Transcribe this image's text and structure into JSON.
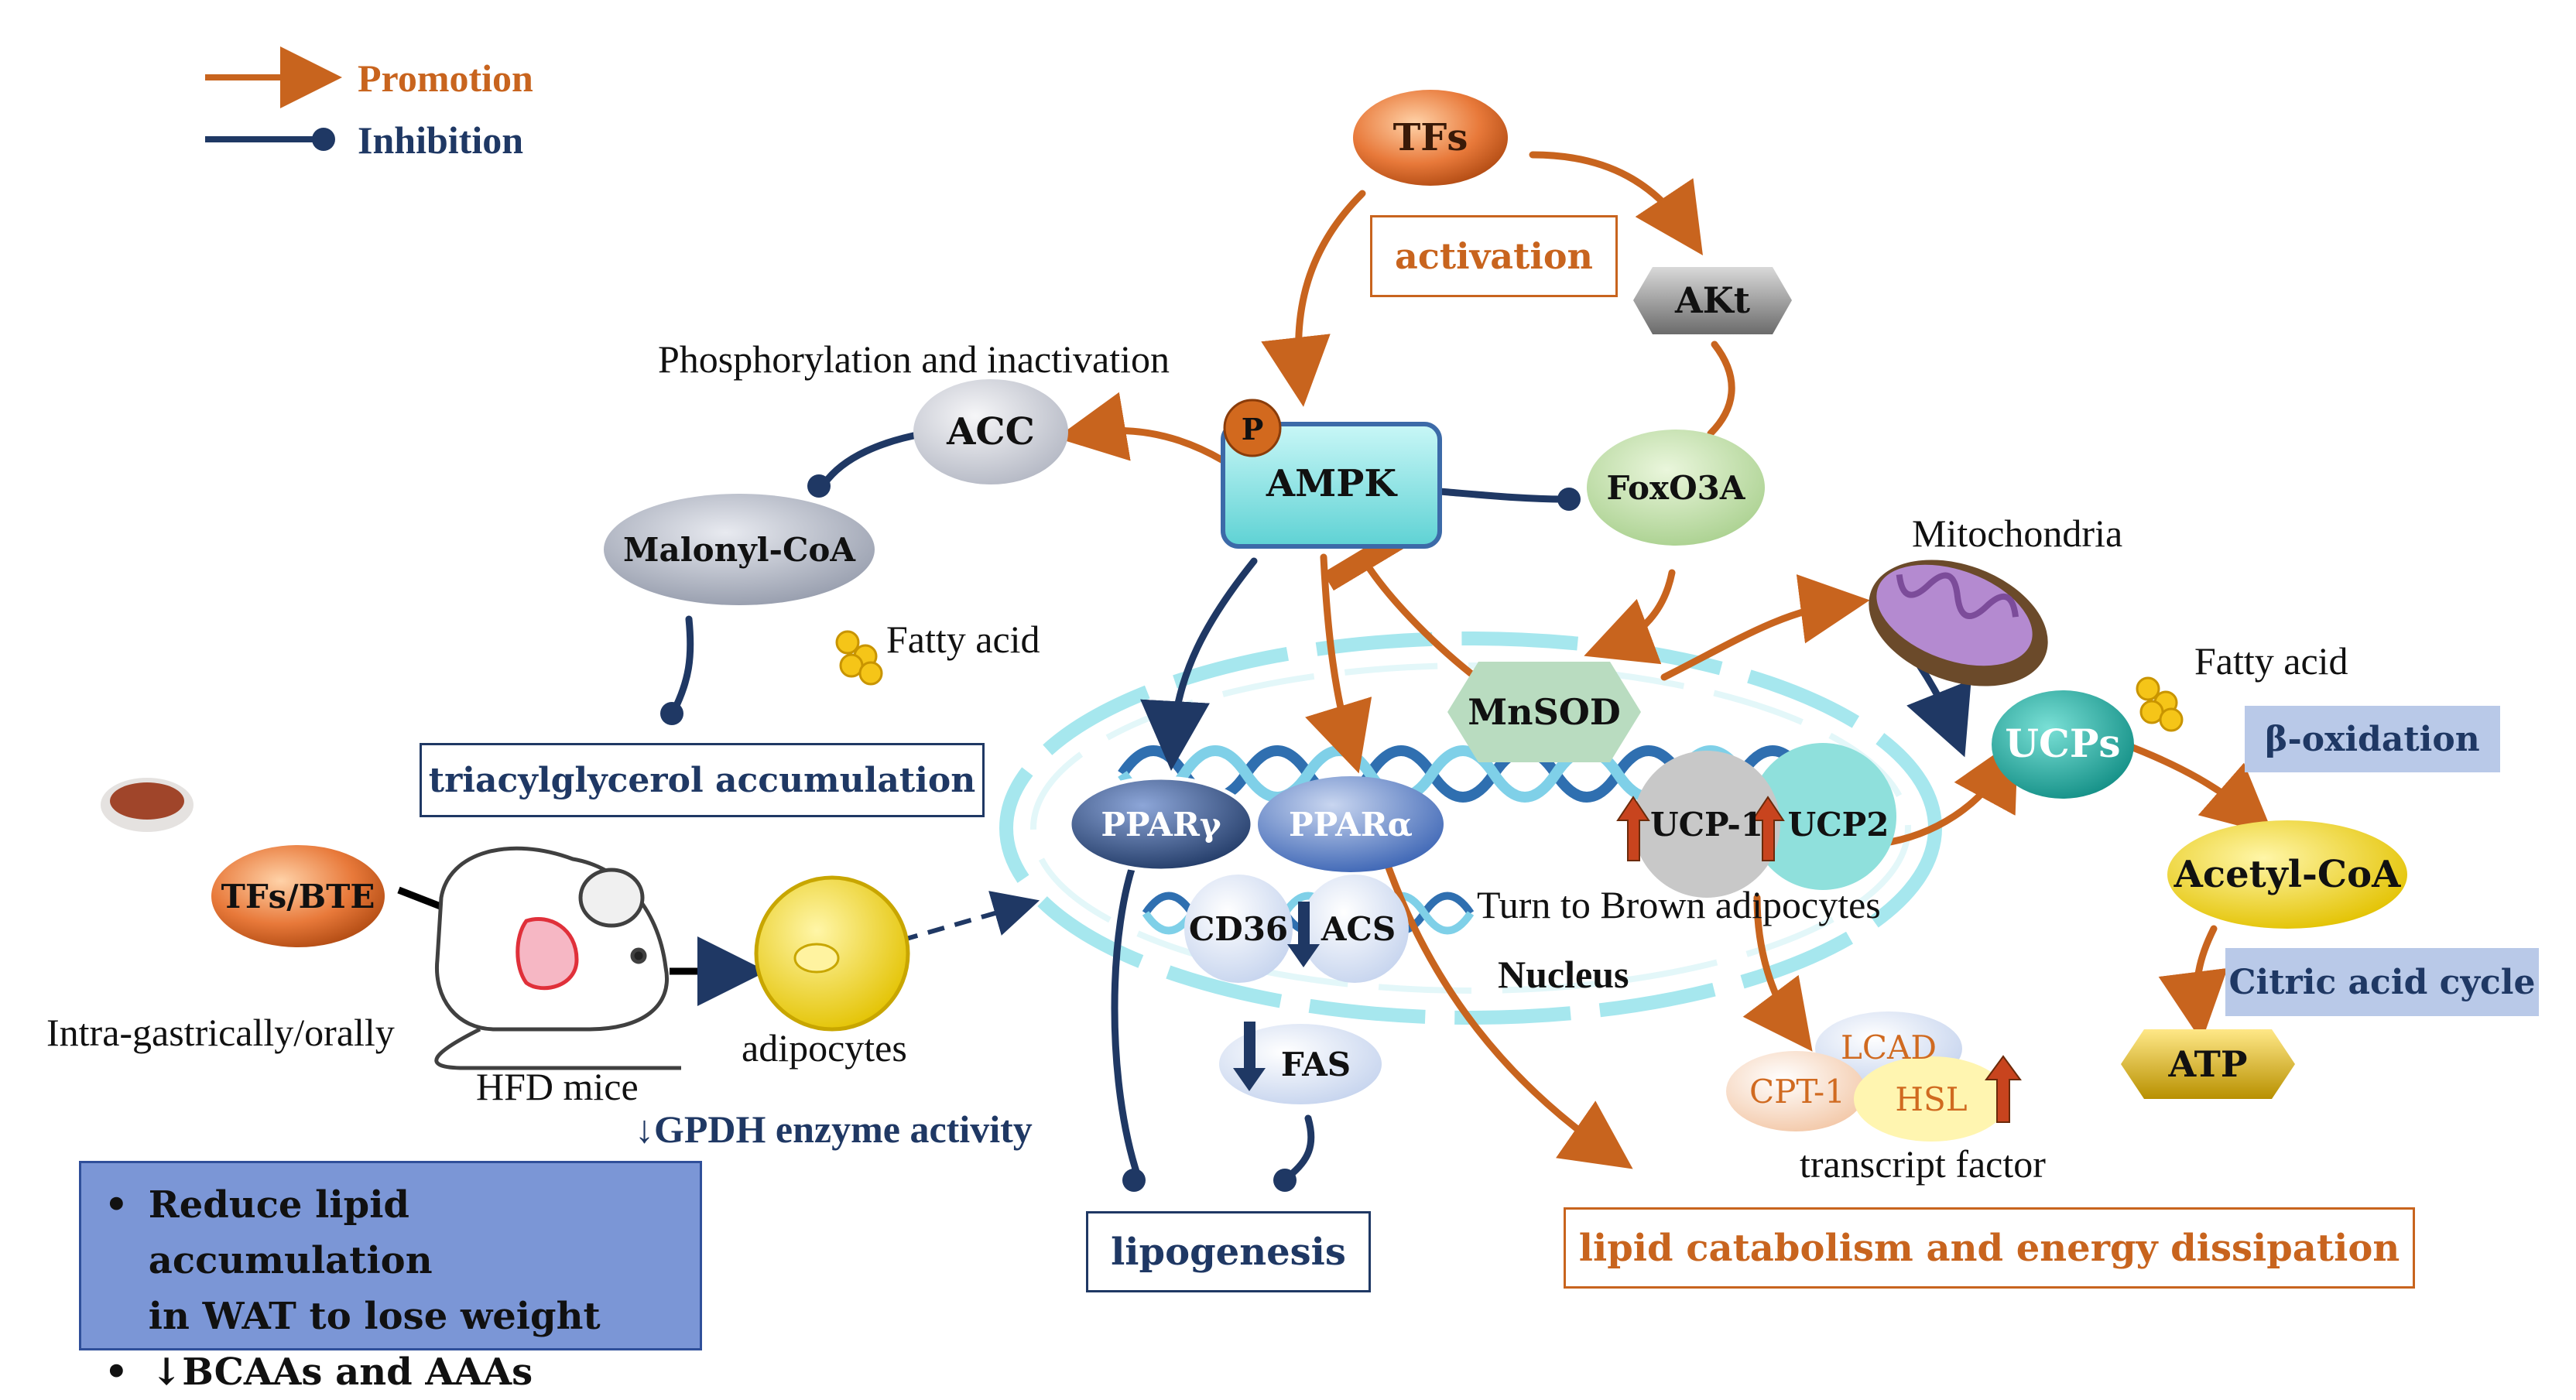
{
  "legend": {
    "promotion": "Promotion",
    "inhibition": "Inhibition"
  },
  "nodes": {
    "tfs": "TFs",
    "akt": "AKt",
    "ampk": "AMPK",
    "p_badge": "P",
    "acc": "ACC",
    "foxo3a": "FoxO3A",
    "malonyl_coa": "Malonyl-CoA",
    "mnsod": "MnSOD",
    "ucps": "UCPs",
    "ppar_gamma": "PPARγ",
    "ppar_alpha": "PPARα",
    "cd36": "CD36",
    "acs": "ACS",
    "fas": "FAS",
    "ucp1": "UCP-1",
    "ucp2": "UCP2",
    "acetyl_coa": "Acetyl-CoA",
    "atp": "ATP",
    "tfs_bte": "TFs/BTE",
    "lcad": "LCAD",
    "cpt1": "CPT-1",
    "hsl": "HSL"
  },
  "labels": {
    "activation": "activation",
    "phosphorylation": "Phosphorylation and inactivation",
    "fatty_acid_left": "Fatty acid",
    "fatty_acid_right": "Fatty acid",
    "mitochondria": "Mitochondria",
    "triacylglycerol": "triacylglycerol accumulation",
    "beta_oxidation": "β-oxidation",
    "citric_acid": "Citric  acid cycle",
    "turn_brown": "Turn to Brown adipocytes",
    "nucleus": "Nucleus",
    "intra_gastric": "Intra-gastrically/orally",
    "hfd_mice": "HFD mice",
    "adipocytes": "adipocytes",
    "gpdh": "↓GPDH enzyme activity",
    "lipogenesis": "lipogenesis",
    "lipid_catabolism": "lipid  catabolism and energy dissipation",
    "transcript_factor": "transcript factor"
  },
  "summary": {
    "bullet1_line1": "Reduce lipid accumulation",
    "bullet1_line2": "in WAT to lose weight",
    "bullet2": "↓BCAAs and AAAs"
  },
  "colors": {
    "promotion": "#c8641e",
    "inhibition": "#1f3864",
    "ampk_fill": "#7fe0e0",
    "summary_fill": "#7b96d6",
    "label_box_fill": "#b9c9e8"
  }
}
